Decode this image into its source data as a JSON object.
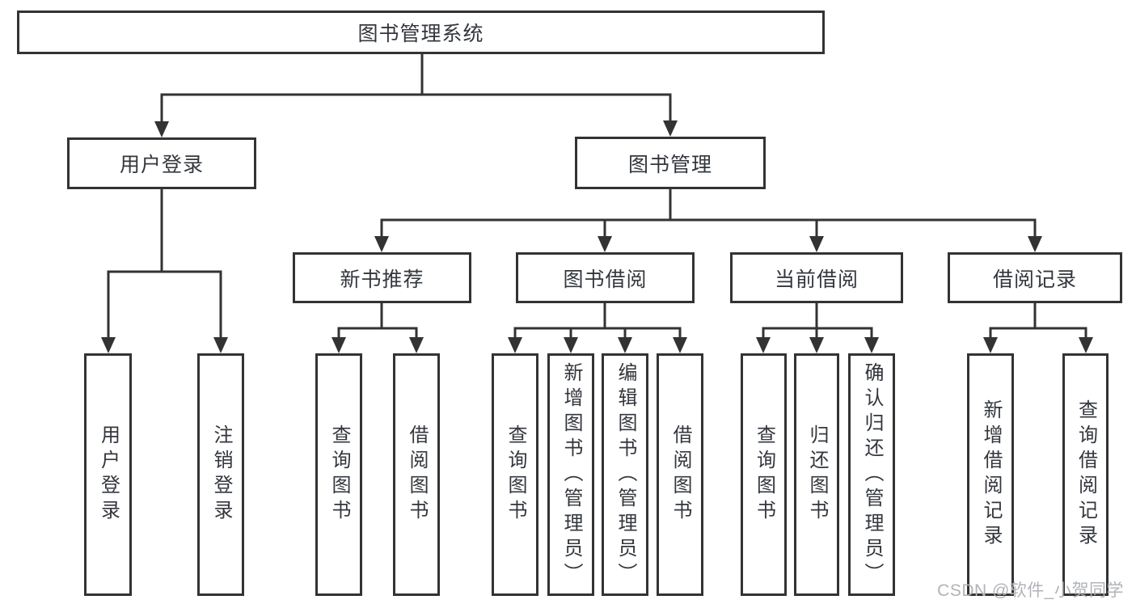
{
  "colors": {
    "line": "#333333",
    "text": "#33373d",
    "background": "#ffffff",
    "box_background": "#ffffff",
    "watermark": "#b0b3b8"
  },
  "watermark": {
    "text": "CSDN @软件_小贺同学"
  },
  "tree": {
    "label": "图书管理系统",
    "children": [
      {
        "label": "用户登录",
        "children": [
          {
            "label": "用户登录"
          },
          {
            "label": "注销登录"
          }
        ]
      },
      {
        "label": "图书管理",
        "children": [
          {
            "label": "新书推荐",
            "children": [
              {
                "label": "查询图书"
              },
              {
                "label": "借阅图书"
              }
            ]
          },
          {
            "label": "图书借阅",
            "children": [
              {
                "label": "查询图书"
              },
              {
                "label": "新增图书（管理员）"
              },
              {
                "label": "编辑图书（管理员）"
              },
              {
                "label": "借阅图书"
              }
            ]
          },
          {
            "label": "当前借阅",
            "children": [
              {
                "label": "查询图书"
              },
              {
                "label": "归还图书"
              },
              {
                "label": "确认归还（管理员）"
              }
            ]
          },
          {
            "label": "借阅记录",
            "children": [
              {
                "label": "新增借阅记录"
              },
              {
                "label": "查询借阅记录"
              }
            ]
          }
        ]
      }
    ]
  }
}
